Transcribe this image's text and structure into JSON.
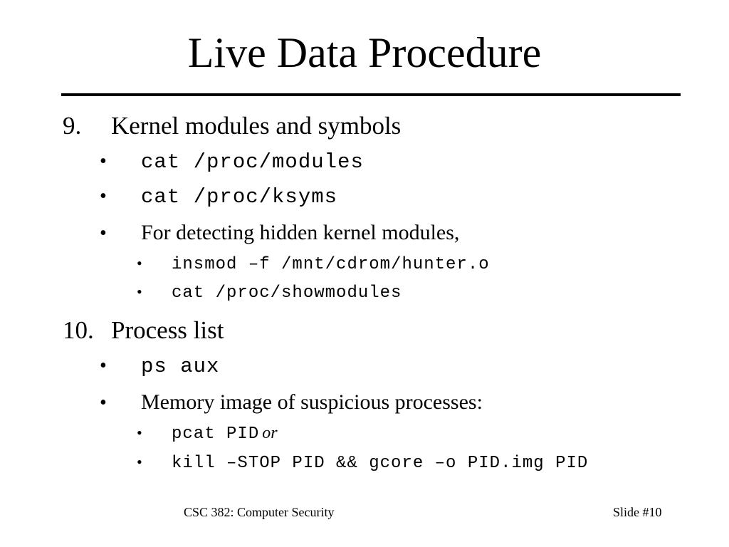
{
  "slide": {
    "title": "Live Data Procedure",
    "items": [
      {
        "number": "9.",
        "text": "Kernel modules and symbols",
        "sub": [
          {
            "bullet": "•",
            "text": "cat /proc/modules"
          },
          {
            "bullet": "•",
            "text": "cat /proc/ksyms"
          },
          {
            "bullet": "•",
            "text": "For detecting hidden kernel modules,"
          }
        ],
        "subsub": [
          {
            "bullet": "•",
            "text": "insmod –f /mnt/cdrom/hunter.o"
          },
          {
            "bullet": "•",
            "text": "cat /proc/showmodules"
          }
        ]
      },
      {
        "number": "10.",
        "text": "Process list",
        "sub": [
          {
            "bullet": "•",
            "text": "ps aux"
          },
          {
            "bullet": "•",
            "text": "Memory image of suspicious processes:"
          }
        ],
        "subsub": [
          {
            "bullet": "•",
            "text": "pcat PID",
            "suffix": "or"
          },
          {
            "bullet": "•",
            "text": "kill –STOP PID && gcore –o PID.img PID"
          }
        ]
      }
    ]
  },
  "footer": {
    "course": "CSC 382: Computer Security",
    "slide_number": "Slide #10"
  }
}
